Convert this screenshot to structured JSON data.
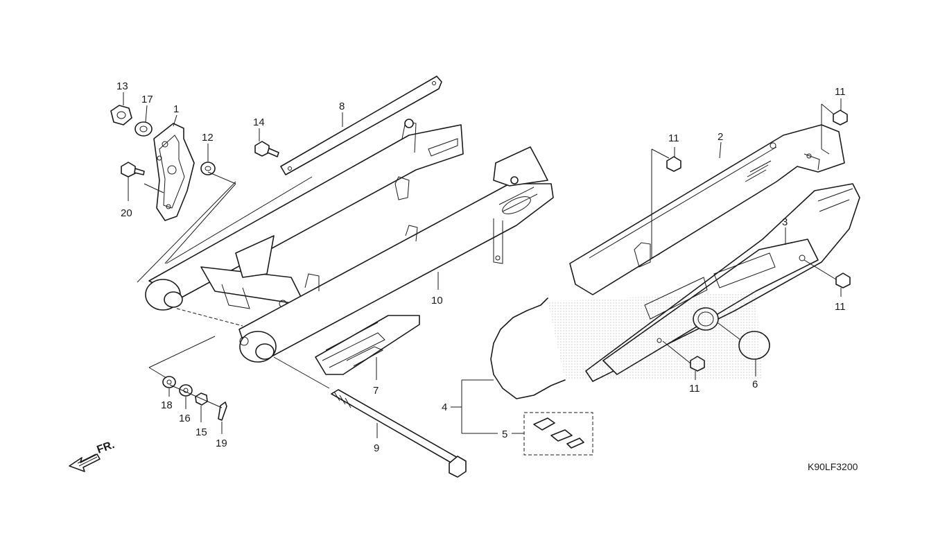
{
  "diagram": {
    "drawing_code": "K90LF3200",
    "direction_label": "FR.",
    "callouts": {
      "p1": "1",
      "p2": "2",
      "p3": "3",
      "p4": "4",
      "p5": "5",
      "p6": "6",
      "p7": "7",
      "p8": "8",
      "p9": "9",
      "p10": "10",
      "p11a": "11",
      "p11b": "11",
      "p11c": "11",
      "p11d": "11",
      "p12": "12",
      "p13": "13",
      "p14": "14",
      "p15": "15",
      "p16": "16",
      "p17": "17",
      "p18": "18",
      "p19": "19",
      "p20": "20"
    }
  }
}
